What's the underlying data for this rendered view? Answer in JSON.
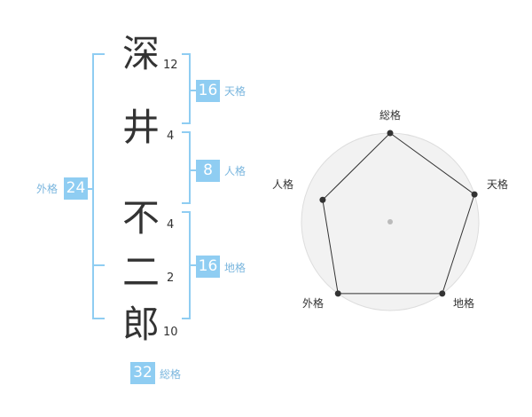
{
  "name": {
    "chars": [
      {
        "char": "深",
        "strokes": "12"
      },
      {
        "char": "井",
        "strokes": "4"
      },
      {
        "char": "不",
        "strokes": "4"
      },
      {
        "char": "二",
        "strokes": "2"
      },
      {
        "char": "郎",
        "strokes": "10"
      }
    ]
  },
  "fortune": {
    "tenkaku": {
      "value": "16",
      "label": "天格"
    },
    "jinkaku": {
      "value": "8",
      "label": "人格"
    },
    "chikaku": {
      "value": "16",
      "label": "地格"
    },
    "gaikaku": {
      "value": "24",
      "label": "外格"
    },
    "soukaku": {
      "value": "32",
      "label": "総格"
    }
  },
  "chart_data": {
    "type": "radar",
    "axes": [
      "総格",
      "天格",
      "地格",
      "外格",
      "人格"
    ],
    "values": [
      1.0,
      1.0,
      1.0,
      1.0,
      0.8
    ],
    "rings": 4,
    "colors": {
      "fill": "#f2f2f2",
      "stroke": "#333333",
      "grid": "#dddddd",
      "center": "#bbbbbb"
    }
  },
  "colors": {
    "accent": "#8fcdf2",
    "label": "#7ab6de",
    "text": "#333333"
  }
}
